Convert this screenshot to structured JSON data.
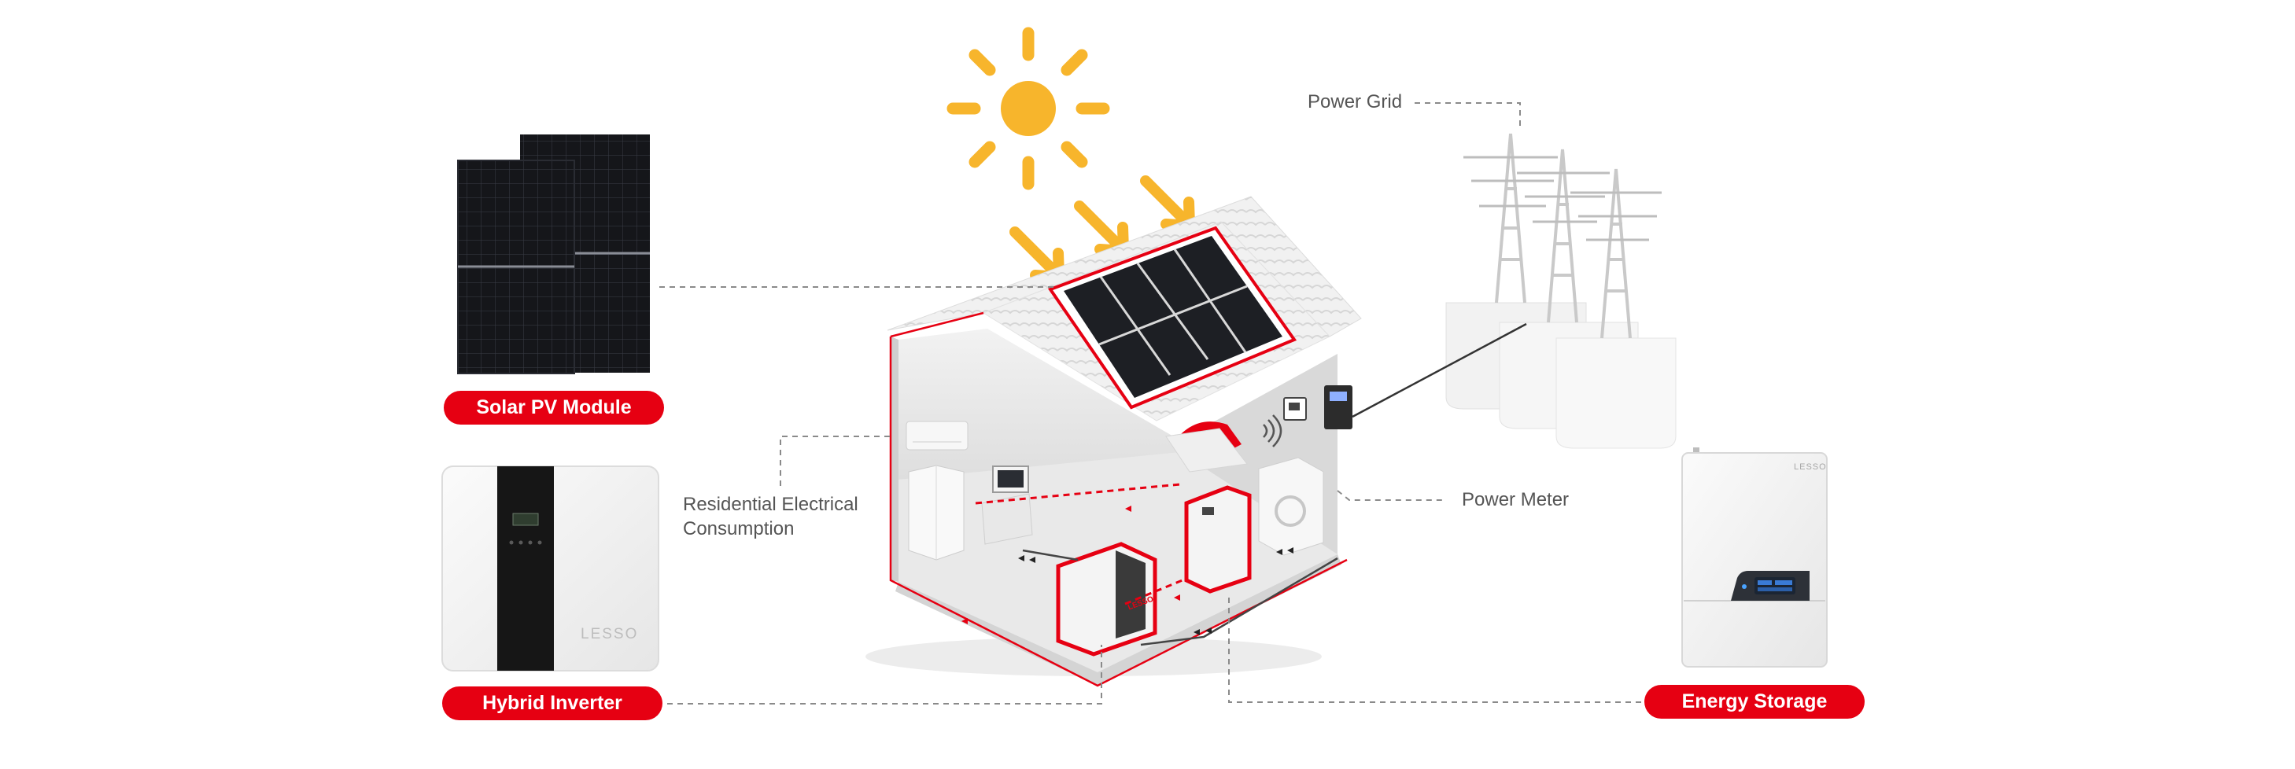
{
  "labels": {
    "solar_pv_module": "Solar PV Module",
    "hybrid_inverter": "Hybrid Inverter",
    "energy_storage": "Energy Storage",
    "power_grid": "Power Grid",
    "power_meter": "Power Meter",
    "residential_line1": "Residential Electrical",
    "residential_line2": "Consumption"
  },
  "branding": {
    "inverter_logo": "LESSO",
    "storage_logo": "LESSO",
    "battery_logo": "LESSO"
  },
  "colors": {
    "accent_red": "#E60012",
    "sun_yellow": "#F7B52C",
    "text_grey": "#555555",
    "panel_black": "#15161a"
  },
  "icons": [
    "sun-icon",
    "wifi-icon",
    "monitor-icon",
    "transmission-tower-icon"
  ]
}
